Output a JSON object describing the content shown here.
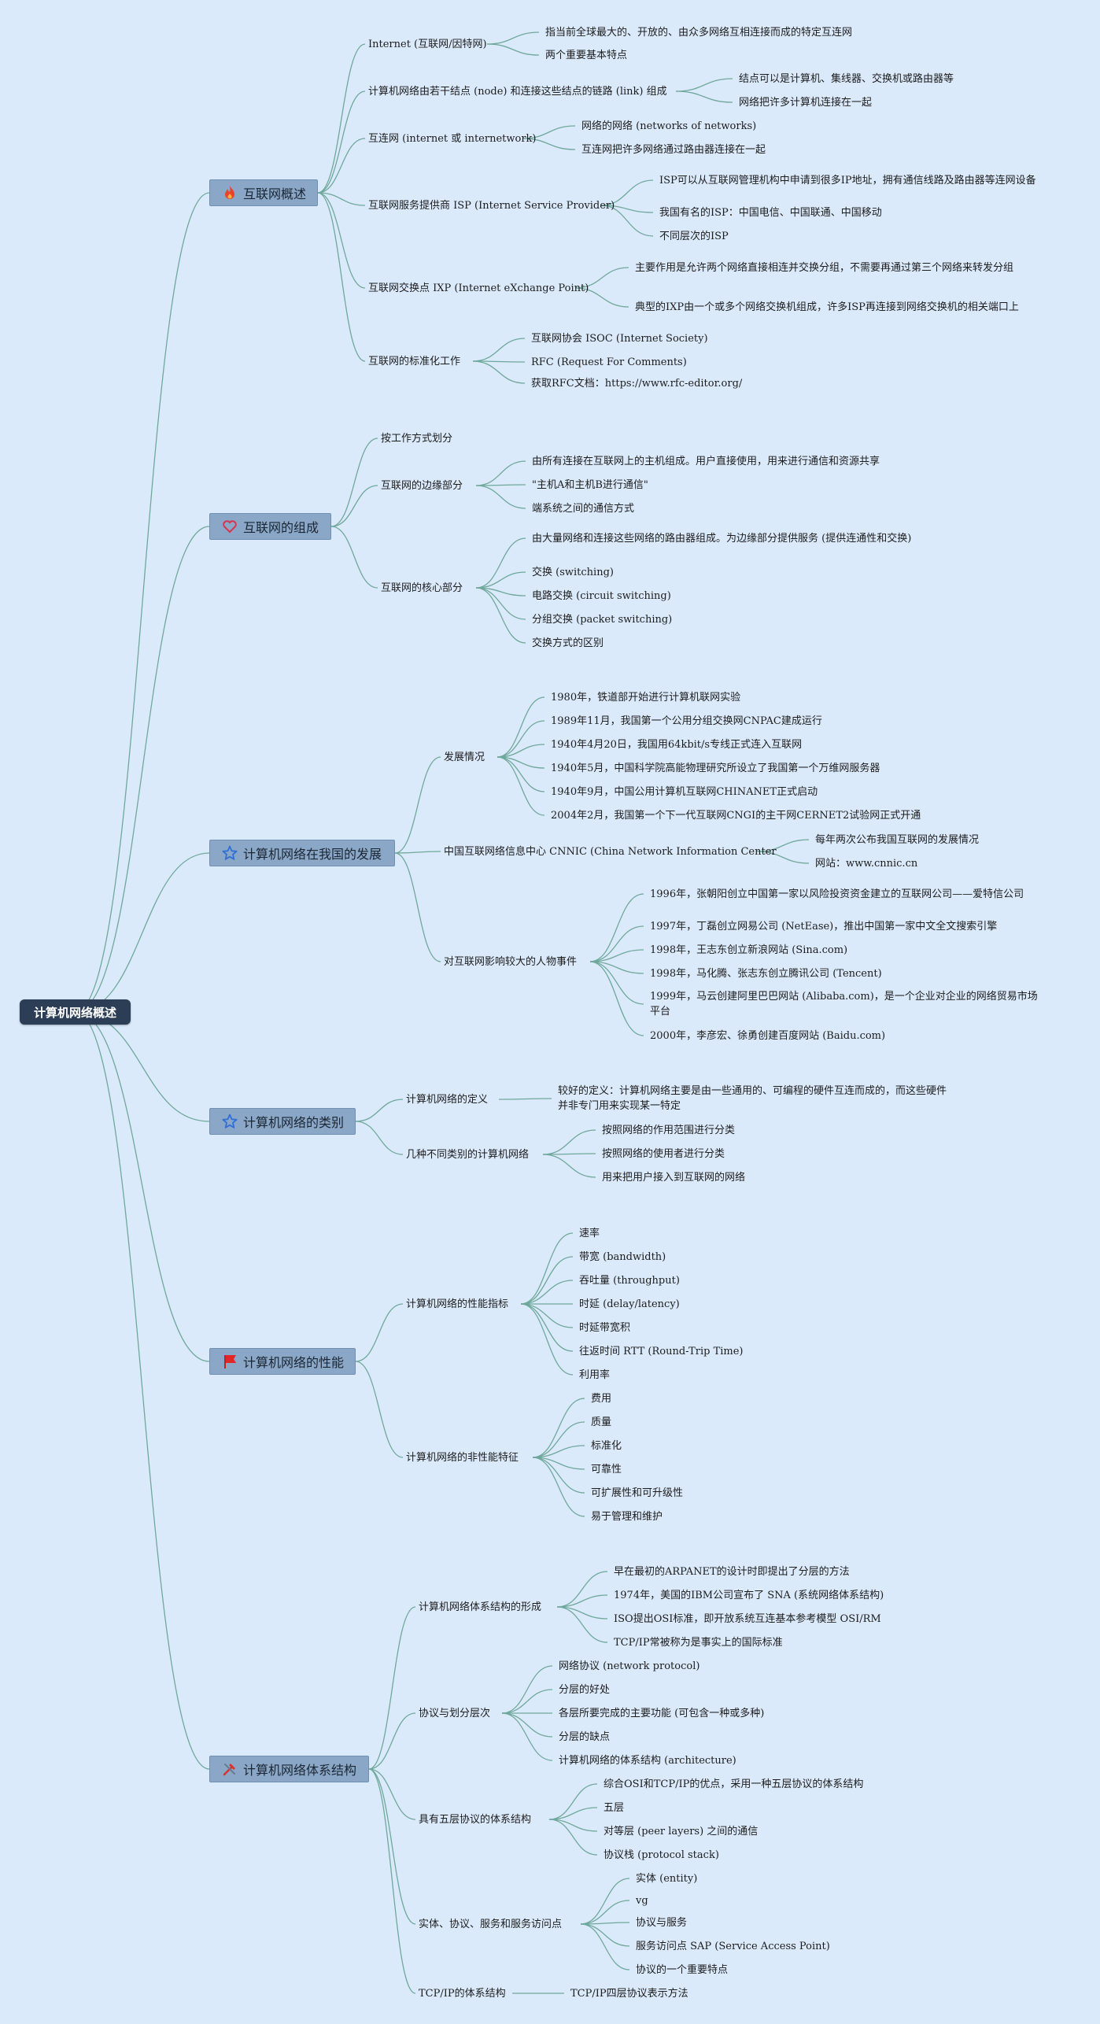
{
  "root": {
    "label": "计算机网络概述"
  },
  "colors": {
    "background": "#dbeafb",
    "root_fill": "#2c3e55",
    "branch_fill": "#8aa7c7",
    "edge": "#6fa89a"
  },
  "branches": [
    {
      "label": "互联网概述",
      "icon": "fire-icon",
      "children": [
        {
          "label": "Internet (互联网/因特网)",
          "children": [
            {
              "label": "指当前全球最大的、开放的、由众多网络互相连接而成的特定互连网"
            },
            {
              "label": "两个重要基本特点"
            }
          ]
        },
        {
          "label": "计算机网络由若干结点 (node) 和连接这些结点的链路 (link) 组成",
          "children": [
            {
              "label": "结点可以是计算机、集线器、交换机或路由器等"
            },
            {
              "label": "网络把许多计算机连接在一起"
            }
          ]
        },
        {
          "label": "互连网 (internet 或 internetwork)",
          "children": [
            {
              "label": "网络的网络 (networks of networks)"
            },
            {
              "label": "互连网把许多网络通过路由器连接在一起"
            }
          ]
        },
        {
          "label": "互联网服务提供商 ISP (Internet Service Provider)",
          "children": [
            {
              "label": "ISP可以从互联网管理机构中申请到很多IP地址，拥有通信线路及路由器等连网设备"
            },
            {
              "label": "我国有名的ISP：中国电信、中国联通、中国移动"
            },
            {
              "label": "不同层次的ISP"
            }
          ]
        },
        {
          "label": "互联网交换点 IXP (Internet eXchange Point)",
          "children": [
            {
              "label": "主要作用是允许两个网络直接相连并交换分组，不需要再通过第三个网络来转发分组"
            },
            {
              "label": "典型的IXP由一个或多个网络交换机组成，许多ISP再连接到网络交换机的相关端口上"
            }
          ]
        },
        {
          "label": "互联网的标准化工作",
          "children": [
            {
              "label": "互联网协会 ISOC (Internet Society)"
            },
            {
              "label": "RFC (Request For Comments)"
            },
            {
              "label": "获取RFC文档：https://www.rfc-editor.org/"
            }
          ]
        }
      ]
    },
    {
      "label": "互联网的组成",
      "icon": "heart-icon",
      "children": [
        {
          "label": "按工作方式划分",
          "children": []
        },
        {
          "label": "互联网的边缘部分",
          "children": [
            {
              "label": "由所有连接在互联网上的主机组成。用户直接使用，用来进行通信和资源共享"
            },
            {
              "label": "\"主机A和主机B进行通信\""
            },
            {
              "label": "端系统之间的通信方式"
            }
          ]
        },
        {
          "label": "互联网的核心部分",
          "children": [
            {
              "label": "由大量网络和连接这些网络的路由器组成。为边缘部分提供服务 (提供连通性和交换)"
            },
            {
              "label": "交换 (switching)"
            },
            {
              "label": "电路交换 (circuit switching)"
            },
            {
              "label": "分组交换 (packet switching)"
            },
            {
              "label": "交换方式的区别"
            }
          ]
        }
      ]
    },
    {
      "label": "计算机网络在我国的发展",
      "icon": "star-icon",
      "children": [
        {
          "label": "发展情况",
          "children": [
            {
              "label": "1980年，铁道部开始进行计算机联网实验"
            },
            {
              "label": "1989年11月，我国第一个公用分组交换网CNPAC建成运行"
            },
            {
              "label": "1940年4月20日，我国用64kbit/s专线正式连入互联网"
            },
            {
              "label": "1940年5月，中国科学院高能物理研究所设立了我国第一个万维网服务器"
            },
            {
              "label": "1940年9月，中国公用计算机互联网CHINANET正式启动"
            },
            {
              "label": "2004年2月，我国第一个下一代互联网CNGI的主干网CERNET2试验网正式开通"
            }
          ]
        },
        {
          "label": "中国互联网络信息中心 CNNIC (China Network Information Center",
          "children": [
            {
              "label": "每年两次公布我国互联网的发展情况"
            },
            {
              "label": "网站：www.cnnic.cn"
            }
          ]
        },
        {
          "label": "对互联网影响较大的人物事件",
          "children": [
            {
              "label": "1996年，张朝阳创立中国第一家以风险投资资金建立的互联网公司——爱特信公司"
            },
            {
              "label": "1997年，丁磊创立网易公司 (NetEase)，推出中国第一家中文全文搜索引擎"
            },
            {
              "label": "1998年，王志东创立新浪网站 (Sina.com)"
            },
            {
              "label": "1998年，马化腾、张志东创立腾讯公司 (Tencent)"
            },
            {
              "label": "1999年，马云创建阿里巴巴网站 (Alibaba.com)，是一个企业对企业的网络贸易市场平台"
            },
            {
              "label": "2000年，李彦宏、徐勇创建百度网站 (Baidu.com)"
            }
          ]
        }
      ]
    },
    {
      "label": "计算机网络的类别",
      "icon": "star-icon",
      "children": [
        {
          "label": "计算机网络的定义",
          "children": [
            {
              "label": "较好的定义：计算机网络主要是由一些通用的、可编程的硬件互连而成的，而这些硬件并非专门用来实现某一特定"
            }
          ]
        },
        {
          "label": "几种不同类别的计算机网络",
          "children": [
            {
              "label": "按照网络的作用范围进行分类"
            },
            {
              "label": "按照网络的使用者进行分类"
            },
            {
              "label": "用来把用户接入到互联网的网络"
            }
          ]
        }
      ]
    },
    {
      "label": "计算机网络的性能",
      "icon": "flag-icon",
      "children": [
        {
          "label": "计算机网络的性能指标",
          "children": [
            {
              "label": "速率"
            },
            {
              "label": "带宽 (bandwidth)"
            },
            {
              "label": "吞吐量 (throughput)"
            },
            {
              "label": "时延 (delay/latency)"
            },
            {
              "label": "时延带宽积"
            },
            {
              "label": "往返时间 RTT (Round-Trip Time)"
            },
            {
              "label": "利用率"
            }
          ]
        },
        {
          "label": "计算机网络的非性能特征",
          "children": [
            {
              "label": "费用"
            },
            {
              "label": "质量"
            },
            {
              "label": "标准化"
            },
            {
              "label": "可靠性"
            },
            {
              "label": "可扩展性和可升级性"
            },
            {
              "label": "易于管理和维护"
            }
          ]
        }
      ]
    },
    {
      "label": "计算机网络体系结构",
      "icon": "tools-icon",
      "children": [
        {
          "label": "计算机网络体系结构的形成",
          "children": [
            {
              "label": "早在最初的ARPANET的设计时即提出了分层的方法"
            },
            {
              "label": "1974年，美国的IBM公司宣布了 SNA (系统网络体系结构)"
            },
            {
              "label": "ISO提出OSI标准，即开放系统互连基本参考模型 OSI/RM"
            },
            {
              "label": "TCP/IP常被称为是事实上的国际标准"
            }
          ]
        },
        {
          "label": "协议与划分层次",
          "children": [
            {
              "label": "网络协议 (network protocol)"
            },
            {
              "label": "分层的好处"
            },
            {
              "label": "各层所要完成的主要功能 (可包含一种或多种)"
            },
            {
              "label": "分层的缺点"
            },
            {
              "label": "计算机网络的体系结构 (architecture)"
            }
          ]
        },
        {
          "label": "具有五层协议的体系结构",
          "children": [
            {
              "label": "综合OSI和TCP/IP的优点，采用一种五层协议的体系结构"
            },
            {
              "label": "五层"
            },
            {
              "label": "对等层 (peer layers) 之间的通信"
            },
            {
              "label": "协议栈 (protocol stack)"
            }
          ]
        },
        {
          "label": "实体、协议、服务和服务访问点",
          "children": [
            {
              "label": "实体 (entity)"
            },
            {
              "label": "vg"
            },
            {
              "label": "协议与服务"
            },
            {
              "label": "服务访问点 SAP (Service Access Point)"
            },
            {
              "label": "协议的一个重要特点"
            }
          ]
        },
        {
          "label": "TCP/IP的体系结构",
          "children": [
            {
              "label": "TCP/IP四层协议表示方法"
            }
          ]
        }
      ]
    }
  ]
}
